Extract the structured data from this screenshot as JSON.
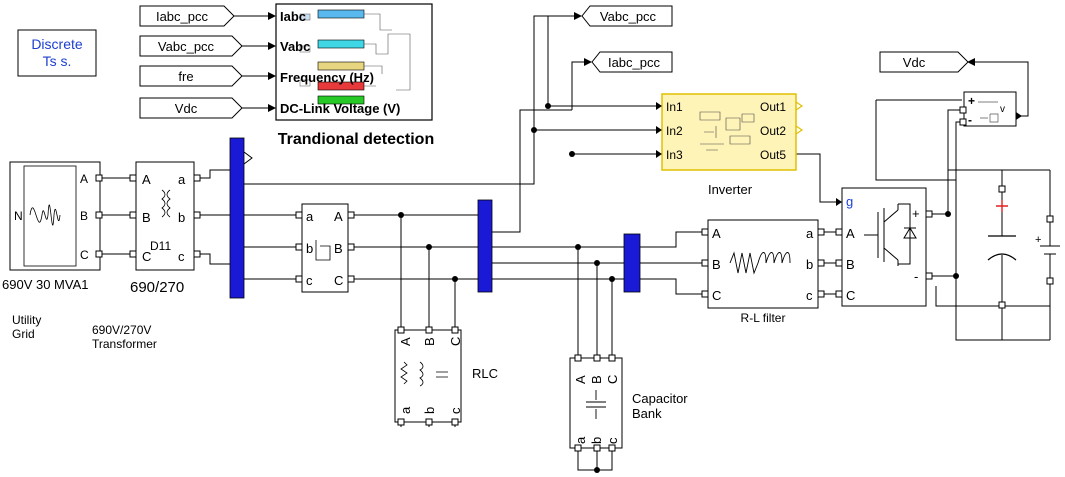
{
  "powergui": {
    "line1": "Discrete",
    "line2": "Ts s."
  },
  "goto_tags": {
    "iabc_pcc_in": "Iabc_pcc",
    "vabc_pcc_in": "Vabc_pcc",
    "fre": "fre",
    "vdc_in": "Vdc",
    "vabc_pcc_out": "Vabc_pcc",
    "iabc_pcc_out": "Iabc_pcc",
    "vdc_out": "Vdc"
  },
  "detection": {
    "ports": [
      "Iabc",
      "Vabc",
      "Frequency (Hz)",
      "DC-Link Voltage (V)"
    ],
    "caption": "Trandional detection"
  },
  "grid": {
    "ports": [
      "A",
      "B",
      "C"
    ],
    "neutral": "N",
    "rating": "690V 30 MVA1",
    "caption_line1": "Utility",
    "caption_line2": "Grid"
  },
  "transformer": {
    "left_ports": [
      "A",
      "B",
      "C"
    ],
    "right_ports": [
      "a",
      "b",
      "c"
    ],
    "winding": "D11",
    "ratio": "690/270",
    "caption_line1": "690V/270V",
    "caption_line2": "Transformer"
  },
  "breaker": {
    "left_ports": [
      "a",
      "b",
      "c"
    ],
    "right_ports": [
      "A",
      "B",
      "C"
    ]
  },
  "rlc": {
    "top_ports": [
      "A",
      "B",
      "C"
    ],
    "bottom_ports": [
      "a",
      "b",
      "c"
    ],
    "caption": "RLC"
  },
  "capacitor_bank": {
    "top_ports": [
      "A",
      "B",
      "C"
    ],
    "bottom_ports": [
      "a",
      "b",
      "c"
    ],
    "caption_line1": "Capacitor",
    "caption_line2": "Bank"
  },
  "inverter": {
    "inputs": [
      "In1",
      "In2",
      "In3"
    ],
    "outputs": [
      "Out1",
      "Out2",
      "Out5"
    ],
    "caption": "Inverter"
  },
  "rl_filter": {
    "left_ports": [
      "A",
      "B",
      "C"
    ],
    "right_ports": [
      "a",
      "b",
      "c"
    ],
    "caption": "R-L filter"
  },
  "bridge": {
    "gate": "g",
    "ports": [
      "A",
      "B",
      "C"
    ],
    "plus": "+",
    "minus": "-"
  },
  "voltmeter": {
    "plus": "+",
    "minus": "-",
    "label": "v"
  },
  "dc_source": {
    "plus": "+"
  }
}
